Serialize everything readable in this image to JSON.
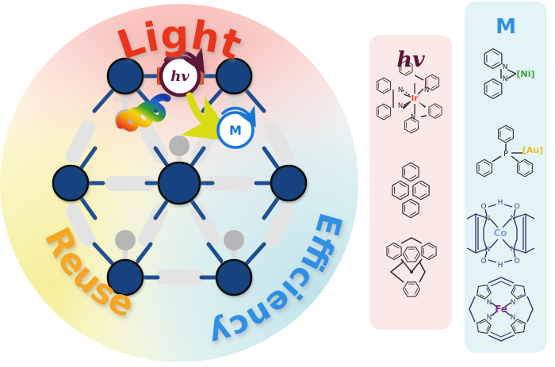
{
  "figure": {
    "type": "graphical-abstract",
    "title_words": {
      "light": "Light",
      "reuse": "Reuse",
      "efficiency": "Efficiency"
    },
    "colors": {
      "light_text": "#e8341c",
      "reuse_text": "#f5a623",
      "efficiency_text": "#2f8fe5",
      "node_fill": "#12427f",
      "node_stroke": "#111111",
      "bond": "#1f4f91",
      "linker": "#e2e2e2",
      "pendant_gray": "#b8b8b8",
      "hv_circle": "#5c1538",
      "metal_circle": "#1678d6",
      "photo_linker": "#e8421a",
      "arrow_yellow": "#d7dd12",
      "wheel_red": "#f9c9c6",
      "wheel_yellow": "#f7f3ad",
      "wheel_cyan": "#cfe9ee",
      "panel_hv_bg": "#fbe9e8",
      "panel_m_bg": "#e4f3f6",
      "ir_label": "#e8421a",
      "ni_label": "#3f9e3f",
      "au_label": "#e8c01e",
      "co_label": "#7fa8e0",
      "fe_label": "#8b2d8b",
      "hv_label": "#5c1538",
      "m_label": "#2f8fe5",
      "struct_line": "#2b2b33"
    },
    "network": {
      "node_label": "metal-node",
      "node_count": 6,
      "center_node": 1,
      "linker_count": 9,
      "pendant_count": 3
    },
    "annotations": {
      "photon_label": "hv",
      "metal_label": "M",
      "photon_arrow": "cycle-arrow",
      "energy_transfer_arrow": "yellow-arrow",
      "rainbow_ribbon": "emission-ribbon"
    }
  },
  "panels": [
    {
      "id": "photosensitizer",
      "header": "hv",
      "header_color": "#5c1538",
      "bg": "#fbe9e8",
      "structures": [
        {
          "name": "iridium-tris-bipyridine-phenylpyridine-complex",
          "metal": "Ir",
          "metal_color": "#e8421a",
          "donor_atoms": [
            "N",
            "N",
            "N",
            "N"
          ]
        },
        {
          "name": "pyrene",
          "metal": "",
          "metal_color": "",
          "donor_atoms": []
        },
        {
          "name": "9,9-spirobifluorene",
          "metal": "",
          "metal_color": "",
          "donor_atoms": []
        }
      ]
    },
    {
      "id": "metal-catalyst",
      "header": "M",
      "header_color": "#2f8fe5",
      "bg": "#e4f3f6",
      "structures": [
        {
          "name": "bipyridine-nickel",
          "metal": "[Ni]",
          "metal_color": "#3f9e3f",
          "donor_atoms": [
            "N",
            "N"
          ]
        },
        {
          "name": "triphenylphosphine-gold",
          "metal": "[Au]",
          "metal_color": "#e8c01e",
          "donor_atoms": [
            "P"
          ]
        },
        {
          "name": "cobaloxime-dimethylglyoxime",
          "metal": "Co",
          "metal_color": "#7fa8e0",
          "donor_atoms": [
            "N",
            "N",
            "N",
            "N",
            "O",
            "O",
            "O",
            "O",
            "H",
            "H"
          ]
        },
        {
          "name": "iron-porphyrin",
          "metal": "Fe",
          "metal_color": "#8b2d8b",
          "donor_atoms": [
            "N",
            "N",
            "N",
            "N"
          ]
        }
      ]
    }
  ],
  "atom_labels": {
    "n": "N",
    "o": "O",
    "h": "H",
    "p": "P",
    "ir": "Ir",
    "ni": "[Ni]",
    "au": "[Au]",
    "co": "Co",
    "fe": "Fe"
  }
}
